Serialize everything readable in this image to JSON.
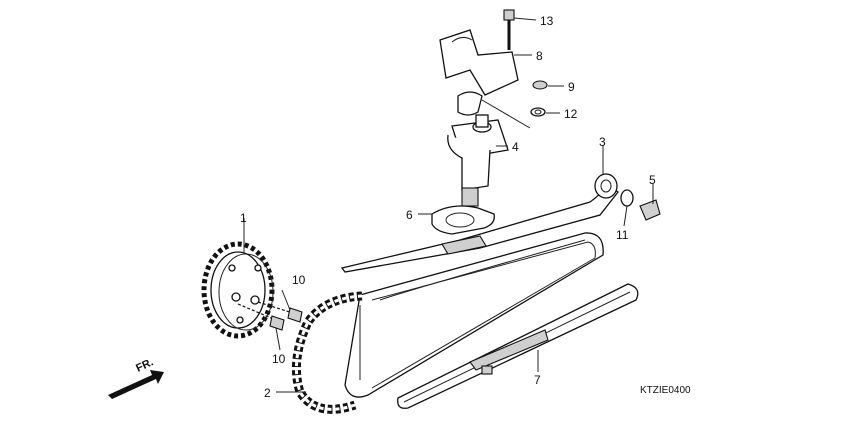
{
  "diagram": {
    "code": "KTZIE0400",
    "front_mark": "FR.",
    "callouts": {
      "c1": "1",
      "c2": "2",
      "c3": "3",
      "c4": "4",
      "c5": "5",
      "c6": "6",
      "c7": "7",
      "c8": "8",
      "c9": "9",
      "c10a": "10",
      "c10b": "10",
      "c11": "11",
      "c12": "12",
      "c13": "13"
    }
  }
}
